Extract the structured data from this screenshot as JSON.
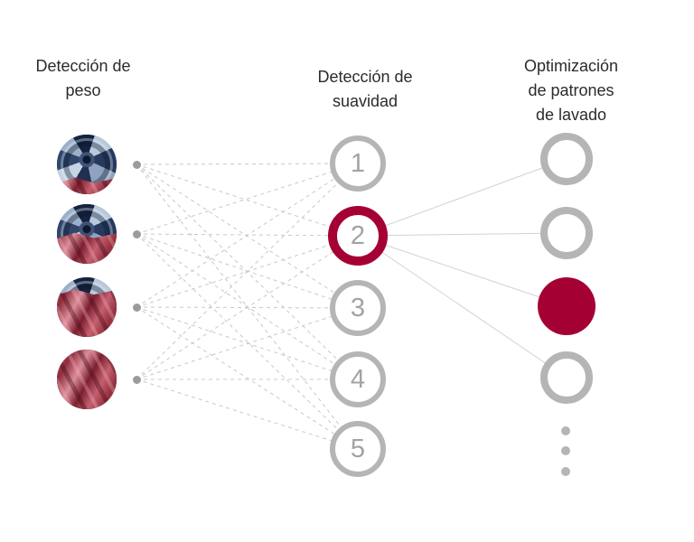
{
  "page": {
    "background": "#ffffff"
  },
  "colors": {
    "accent_red": "#a50034",
    "ring_gray": "#b5b5b5",
    "number_gray": "#a3a3a3",
    "input_dot_gray": "#9b9b9b",
    "ellipsis_dot_gray": "#b5b5b5",
    "dashed_line_gray": "#c8c8c8",
    "solid_line_gray": "#d2d2d2",
    "title_text": "#2b2b2b"
  },
  "columns": {
    "input": {
      "title_lines": [
        "Detección de",
        "peso"
      ],
      "items": [
        {
          "name": "drum-photo-light-load",
          "fabric_percent": 24
        },
        {
          "name": "drum-photo-medium-load",
          "fabric_percent": 48
        },
        {
          "name": "drum-photo-large-load",
          "fabric_percent": 76
        },
        {
          "name": "drum-photo-full-load",
          "fabric_percent": 100
        }
      ]
    },
    "hidden": {
      "title_lines": [
        "Detección de",
        "suavidad"
      ],
      "nodes": [
        {
          "label": "1",
          "highlighted": false
        },
        {
          "label": "2",
          "highlighted": true
        },
        {
          "label": "3",
          "highlighted": false
        },
        {
          "label": "4",
          "highlighted": false
        },
        {
          "label": "5",
          "highlighted": false
        }
      ]
    },
    "output": {
      "title_lines": [
        "Optimización",
        "de patrones",
        "de lavado"
      ],
      "nodes": [
        {
          "filled": false
        },
        {
          "filled": false
        },
        {
          "filled": true
        },
        {
          "filled": false
        }
      ],
      "ellipsis_dot_count": 3
    }
  },
  "connections": {
    "input_to_hidden": {
      "style": "dashed",
      "pattern": "all-to-all"
    },
    "hidden_to_output": {
      "style": "solid",
      "from_node_label": "2",
      "pattern": "one-to-all"
    }
  }
}
